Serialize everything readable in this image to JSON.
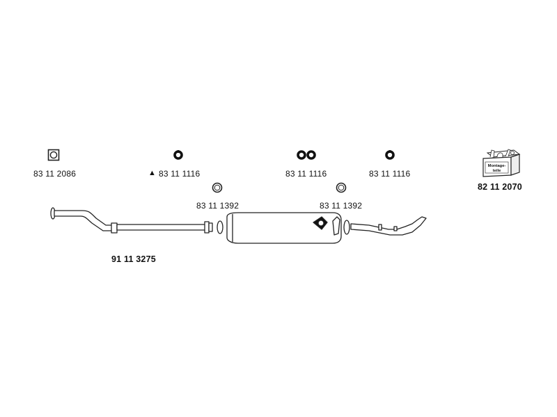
{
  "parts": {
    "gasket_square": {
      "number": "83 11 2086",
      "icon": "square-gasket-icon"
    },
    "clamp_triangle": {
      "symbol": "▲",
      "number": "83 11 1116",
      "icon": "clamp-icon"
    },
    "clamp_double": {
      "number": "83 11 1116",
      "icon": "double-clamp-icon"
    },
    "clamp_right": {
      "number": "83 11 1116",
      "icon": "clamp-icon"
    },
    "ring_left": {
      "number": "83 11 1392",
      "icon": "ring-gasket-icon"
    },
    "ring_right": {
      "number": "83 11 1392",
      "icon": "ring-gasket-icon"
    },
    "mounting_kit": {
      "number": "82 11 2070",
      "label_line1": "Montage-",
      "label_line2": "teile",
      "icon": "mounting-kit-box-icon"
    },
    "front_pipe": {
      "number": "91 11 3275"
    }
  },
  "colors": {
    "line": "#222222",
    "fill_light": "#f4f4f4",
    "fill_dark": "#111111"
  }
}
